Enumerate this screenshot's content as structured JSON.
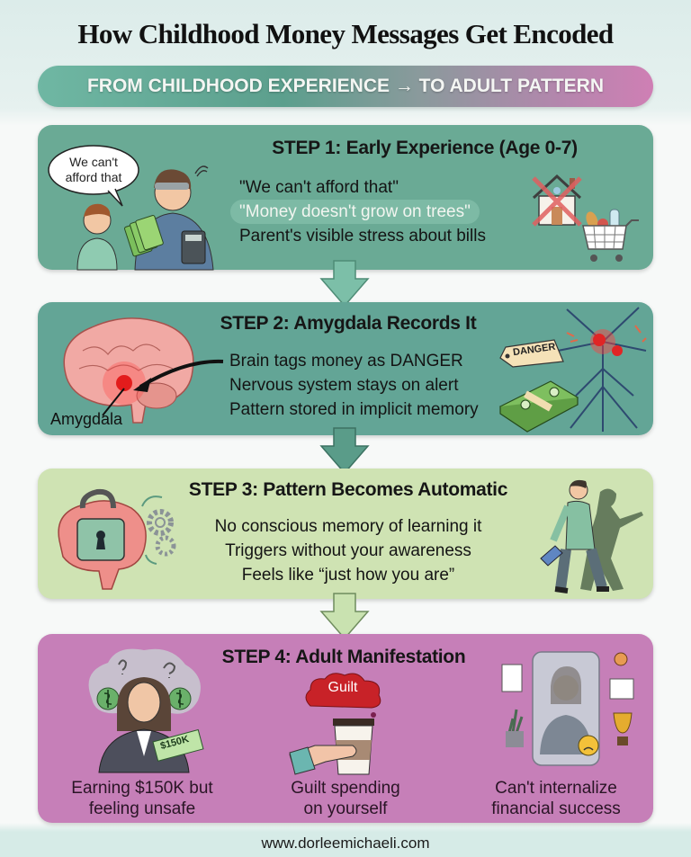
{
  "title": "How Childhood Money Messages Get Encoded",
  "subtitle": "FROM CHILDHOOD EXPERIENCE → TO ADULT PATTERN",
  "colors": {
    "step1_bg": "#6aaa95",
    "step2_bg": "#63a596",
    "step3_bg": "#cfe3b3",
    "step4_bg": "#c67fb8",
    "arrow_green": "#7cbfa8",
    "arrow_light": "#c9e2b0"
  },
  "steps": [
    {
      "title": "STEP 1: Early Experience (Age 0-7)",
      "speech_bubble": "We can't afford that",
      "lines": [
        "\"We can't afford that\"",
        "\"Money doesn't grow on trees\"",
        "Parent's visible stress about bills"
      ],
      "icons": [
        "parent-child-illustration",
        "crossed-house-icon",
        "shopping-cart-icon"
      ]
    },
    {
      "title": "STEP 2: Amygdala Records It",
      "brain_label": "Amygdala",
      "tag_label": "DANGER",
      "lines": [
        "Brain tags money as DANGER",
        "Nervous system stays on alert",
        "Pattern stored in implicit memory"
      ],
      "icons": [
        "brain-icon",
        "danger-tag-icon",
        "money-stack-icon",
        "neuron-icon"
      ]
    },
    {
      "title": "STEP 3: Pattern Becomes Automatic",
      "lines": [
        "No conscious memory of learning it",
        "Triggers without your awareness",
        "Feels like “just how you are”"
      ],
      "icons": [
        "locked-brain-icon",
        "gears-icon",
        "walking-man-shadow-icon"
      ]
    },
    {
      "title": "STEP 4: Adult Manifestation",
      "items": [
        {
          "caption_line1": "Earning $150K but",
          "caption_line2": "feeling unsafe",
          "check_label": "$150K",
          "icon": "anxious-woman-icon"
        },
        {
          "caption_line1": "Guilt spending",
          "caption_line2": "on yourself",
          "cloud_label": "Guilt",
          "icon": "coffee-cup-icon"
        },
        {
          "caption_line1": "Can't internalize",
          "caption_line2": "financial success",
          "icon": "glass-jar-woman-icon"
        }
      ]
    }
  ],
  "footer": "www.dorleemichaeli.com"
}
